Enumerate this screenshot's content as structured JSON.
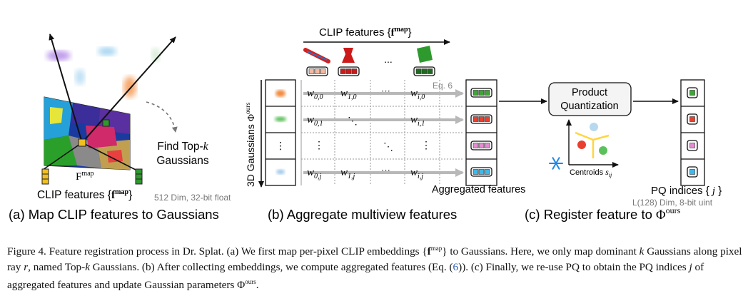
{
  "panel_a": {
    "label": "(a) Map CLIP features to Gaussians",
    "find_topk_line1": "Find Top-",
    "find_topk_k": "k",
    "find_topk_line2": "Gaussians",
    "fmap_label": "F",
    "fmap_sup": "map",
    "clip_features_label": "CLIP features {",
    "clip_features_sym": "f",
    "clip_features_sup": "map",
    "clip_features_close": "}",
    "dim_note": "512 Dim, 32-bit float"
  },
  "panel_b": {
    "label": "(b) Aggregate multiview features",
    "axis_top_label": "CLIP features {",
    "axis_top_sym": "f",
    "axis_top_sup": "map",
    "axis_top_close": "}",
    "axis_left_label": "3D Gaussians",
    "axis_left_sym": "Φ",
    "axis_left_sup": "ours",
    "eq_label": "Eq. 6",
    "ellipsis": "...",
    "row_dots": "⋮",
    "diag_dots": "⋱",
    "weights": [
      [
        "w",
        "0,0",
        "w",
        "1,0",
        "···",
        "w",
        "i,0"
      ],
      [
        "w",
        "0,1",
        "⋱",
        "w",
        "i,1"
      ],
      [
        "⋮",
        "⋱",
        "⋮"
      ],
      [
        "w",
        "0,j",
        "w",
        "1,j",
        "···",
        "w",
        "i,j"
      ]
    ],
    "aggregated_label": "Aggregated features"
  },
  "panel_c": {
    "label": "(c) Register feature to ",
    "label_sym": "Φ",
    "label_sup": "ours",
    "pq_line1": "Product",
    "pq_line2": "Quantization",
    "centroids_label": "Centroids",
    "centroids_sym": "s",
    "centroids_sub": "ij",
    "pq_indices_label": "PQ indices {",
    "pq_indices_sym": "j",
    "pq_indices_close": "}",
    "dim_note": "L(128) Dim, 8-bit uint"
  },
  "caption": {
    "p1": "Figure 4. Feature registration process in Dr. Splat. (a) We first map per-pixel CLIP embeddings {",
    "p1_sym": "f",
    "p1_sup": "map",
    "p2": "} to Gaussians. Here, we only map dominant ",
    "p2_k": "k",
    "p3": " Gaussians along pixel ray ",
    "p3_r": "r",
    "p4": ", named Top-",
    "p4_k": "k",
    "p5": " Gaussians. (b) After collecting embeddings, we compute aggregated features (Eq. (",
    "p5_ref": "6",
    "p6": ")). (c) Finally, we re-use PQ to obtain the PQ indices ",
    "p6_j": "j",
    "p7": " of aggregated features and update Gaussian parameters Φ",
    "p7_sup": "ours",
    "p8": "."
  },
  "colors": {
    "green": "#3fa535",
    "red": "#e02020",
    "pink": "#e58ad3",
    "cyan": "#3fb9ea",
    "orange": "#f28a3c",
    "peach": "#f5b8a0",
    "dark_red": "#cc1a1a",
    "dark_green": "#1e6b1e",
    "gold": "#f0c020",
    "gray_arrow": "#b8b8b8",
    "centroid_blue": "#b8d8f0",
    "snowflake": "#1e88e5"
  }
}
